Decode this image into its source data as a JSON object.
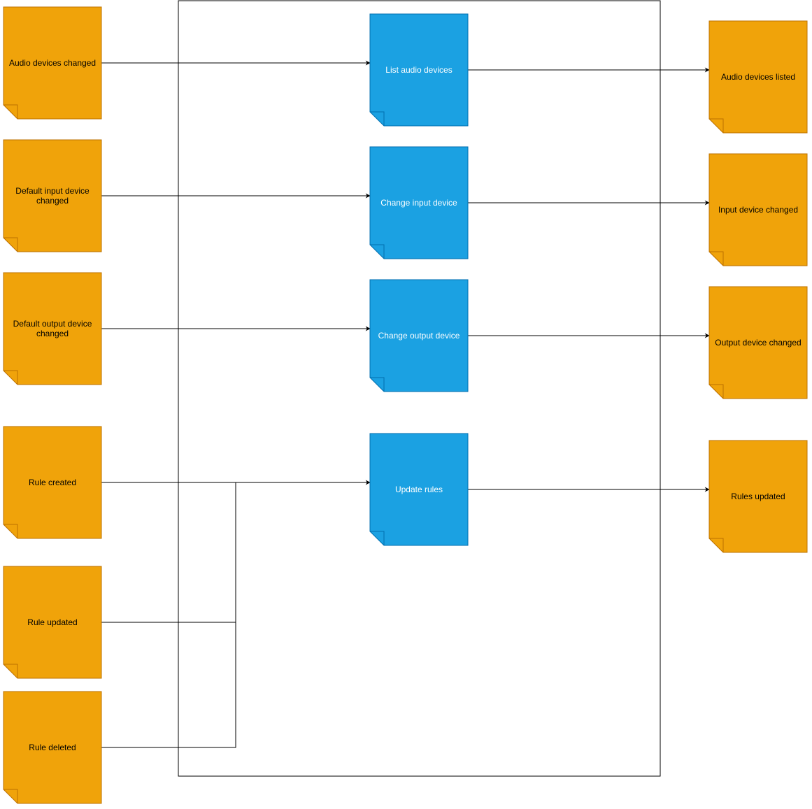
{
  "colors": {
    "event_fill": "#f0a30a",
    "event_stroke": "#bd7000",
    "command_fill": "#1ba1e2",
    "command_stroke": "#006eaf",
    "edge": "#000000",
    "boundary": "#000000",
    "event_text": "#000000",
    "command_text": "#ffffff"
  },
  "input_events": [
    {
      "lines": [
        "Audio devices changed"
      ]
    },
    {
      "lines": [
        "Default input device",
        "changed"
      ]
    },
    {
      "lines": [
        "Default output device",
        "changed"
      ]
    },
    {
      "lines": [
        "Rule created"
      ]
    },
    {
      "lines": [
        "Rule updated"
      ]
    },
    {
      "lines": [
        "Rule deleted"
      ]
    }
  ],
  "commands": [
    {
      "lines": [
        "List audio devices"
      ]
    },
    {
      "lines": [
        "Change input device"
      ]
    },
    {
      "lines": [
        "Change output device"
      ]
    },
    {
      "lines": [
        "Update rules"
      ]
    }
  ],
  "output_events": [
    {
      "lines": [
        "Audio devices listed"
      ]
    },
    {
      "lines": [
        "Input device changed"
      ]
    },
    {
      "lines": [
        "Output device changed"
      ]
    },
    {
      "lines": [
        "Rules updated"
      ]
    }
  ]
}
